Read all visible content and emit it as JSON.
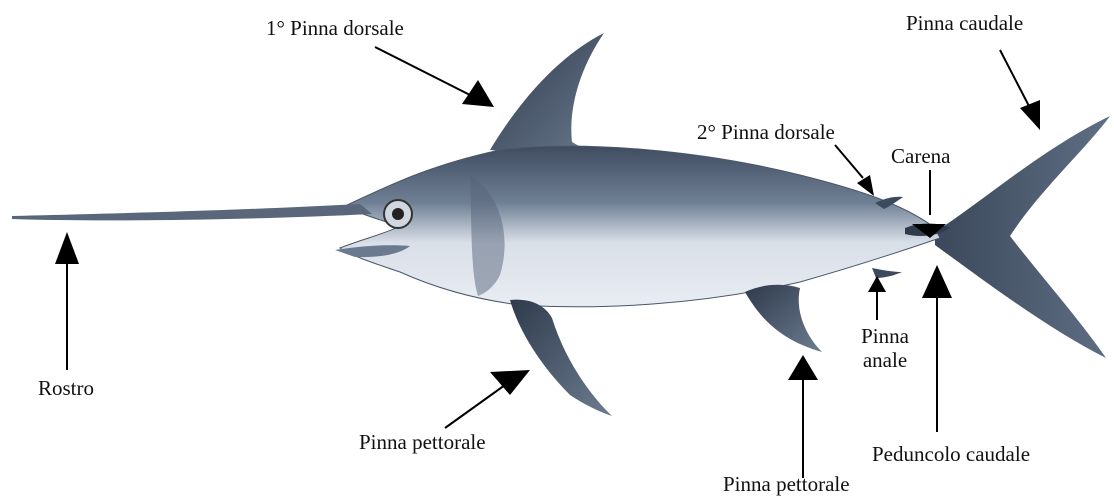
{
  "labels": {
    "dorsal_fin_1": "1° Pinna dorsale",
    "caudal_fin": "Pinna caudale",
    "dorsal_fin_2": "2° Pinna dorsale",
    "keel": "Carena",
    "rostrum": "Rostro",
    "pectoral_fin_left": "Pinna pettorale",
    "pectoral_fin_bottom": "Pinna pettorale",
    "anal_fin_line1": "Pinna",
    "anal_fin_line2": "anale",
    "caudal_peduncle": "Peduncolo caudale"
  },
  "colors": {
    "background": "#ffffff",
    "fish_dark": "#3c4a5e",
    "fish_mid": "#7b8ba0",
    "fish_light": "#e4e9f0",
    "arrow": "#000000"
  }
}
